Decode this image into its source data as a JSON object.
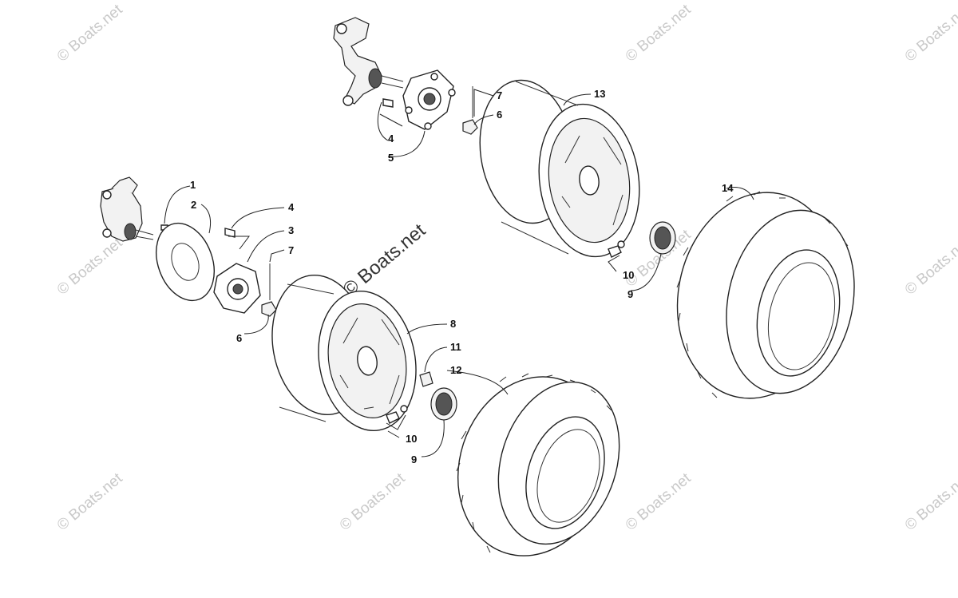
{
  "watermark": {
    "text": "© Boats.net",
    "center_text": "© Boats.net"
  },
  "callouts": {
    "c1": "1",
    "c2": "2",
    "c3": "3",
    "c4a": "4",
    "c4b": "4",
    "c5": "5",
    "c6a": "6",
    "c6b": "6",
    "c7a": "7",
    "c7b": "7",
    "c8": "8",
    "c9a": "9",
    "c9b": "9",
    "c10a": "10",
    "c10b": "10",
    "c11": "11",
    "c12": "12",
    "c13": "13",
    "c14": "14"
  }
}
